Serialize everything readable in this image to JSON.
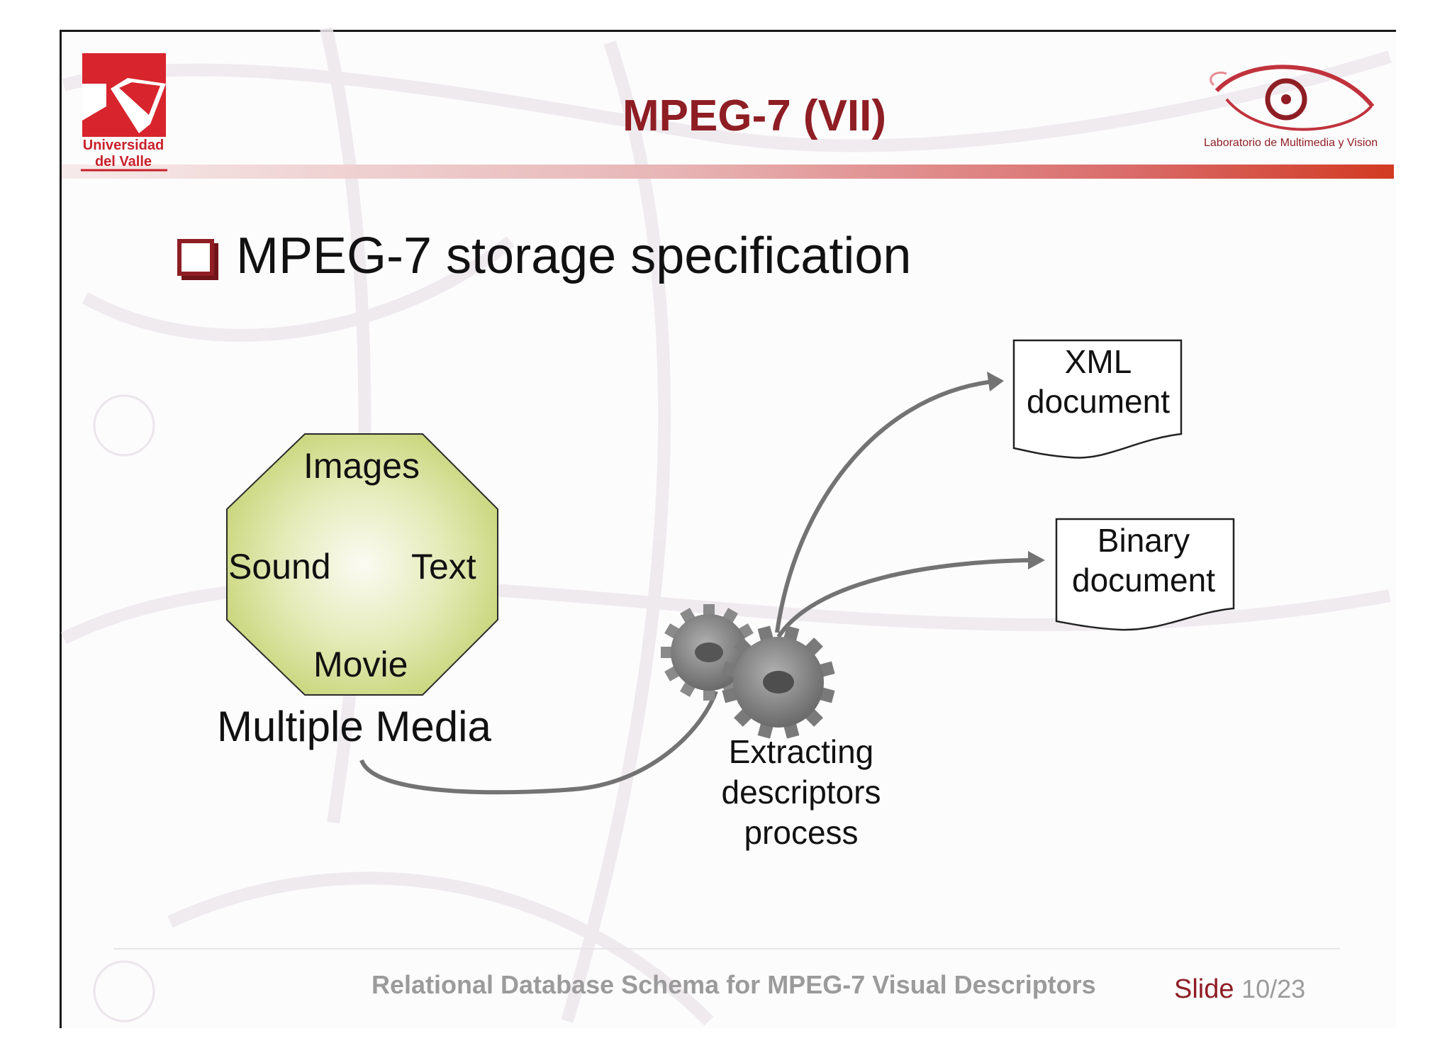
{
  "slide": {
    "title": "MPEG-7 (VII)",
    "bullet": "MPEG-7 storage specification",
    "logo_left": {
      "line1": "Universidad",
      "line2": "del Valle"
    },
    "logo_right": {
      "text": "Laboratorio de Multimedia y Vision"
    },
    "footer": {
      "title": "Relational Database Schema for MPEG-7 Visual Descriptors",
      "slide_label": "Slide",
      "slide_current": "10",
      "slide_separator": "/",
      "slide_total": "23"
    },
    "colors": {
      "title": "#8e1e24",
      "accent": "#c8202a",
      "octagon_fill": "#d4de8f",
      "arrow": "#707070"
    }
  },
  "diagram": {
    "octagon_labels": {
      "top": "Images",
      "left": "Sound",
      "right": "Text",
      "bottom": "Movie"
    },
    "media_caption": "Multiple Media",
    "process": {
      "line1": "Extracting",
      "line2": "descriptors",
      "line3": "process",
      "icon": "gears-icon"
    },
    "xml_doc": {
      "line1": "XML",
      "line2": "document"
    },
    "binary_doc": {
      "line1": "Binary",
      "line2": "document"
    }
  }
}
